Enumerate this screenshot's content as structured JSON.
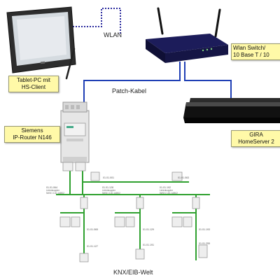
{
  "labels": {
    "wlan": "WLAN",
    "patch": "Patch-Kabel",
    "knx_world": "KNX/EIB-Welt"
  },
  "tablet_tag": [
    "Tablet-PC mit",
    "HS-Client"
  ],
  "switch_tag": [
    "Wlan Switch/",
    "10 Base T / 10"
  ],
  "router_tag": [
    "Siemens",
    "IP-Router N146"
  ],
  "homeserver_tag": [
    "GIRA",
    "HomeServer 2"
  ],
  "addresses": {
    "top_a": "01.01.001",
    "top_b": "01.01.063",
    "line1": "01.01.064",
    "line2": "01.01.128",
    "line3": "01.01.192",
    "l1_a": "01.01.065",
    "l1_b": "01.01.127",
    "l2_a": "01.01.129",
    "l2_b": "01.01.191",
    "l3_a": "01.01.193",
    "l3_b": "01.01.255"
  },
  "coupler_desc": [
    "Linienkoppler",
    "5WG1 140-1AB02"
  ],
  "colors": {
    "knx_bus": "#2fa12f",
    "ethernet": "#1f3fb5",
    "wlan": "#2b2b9e",
    "tag_fill": "#fff9a8"
  },
  "icons": [
    "tablet-pc-icon",
    "stylus-icon",
    "wlan-router-icon",
    "ip-router-icon",
    "homeserver-icon",
    "knx-device-icon"
  ]
}
